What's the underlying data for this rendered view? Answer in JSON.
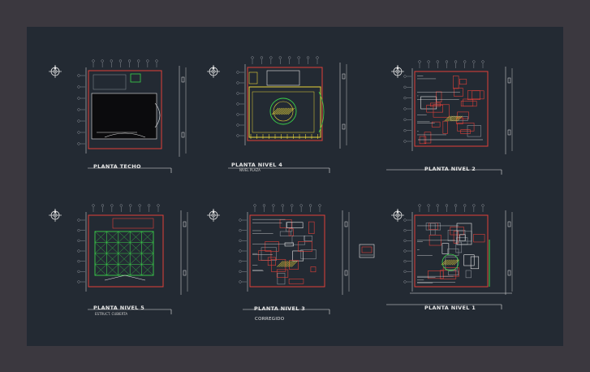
{
  "canvas": {
    "background": "#232a33",
    "frame": "#3b383f"
  },
  "plans": [
    {
      "id": "techo",
      "title": "PLANTA TECHO",
      "subtitle": ""
    },
    {
      "id": "nivel4",
      "title": "PLANTA NIVEL 4",
      "subtitle": "NIVEL PLAZA"
    },
    {
      "id": "nivel2",
      "title": "PLANTA NIVEL 2",
      "subtitle": ""
    },
    {
      "id": "nivel5",
      "title": "PLANTA NIVEL 5",
      "subtitle": "ESTRUCT. CUBIERTA"
    },
    {
      "id": "nivel3",
      "title": "PLANTA NIVEL 3",
      "subtitle": "CORREDOR"
    },
    {
      "id": "nivel1",
      "title": "PLANTA NIVEL 1",
      "subtitle": ""
    }
  ],
  "notes": {
    "corredor": "CORREGIDO"
  },
  "colors": {
    "red": "#e0403a",
    "yellow": "#e8d43a",
    "green": "#3ad24a",
    "white": "#e6e6e6",
    "grey": "#8a8f96",
    "cyan": "#5fc8d8"
  }
}
